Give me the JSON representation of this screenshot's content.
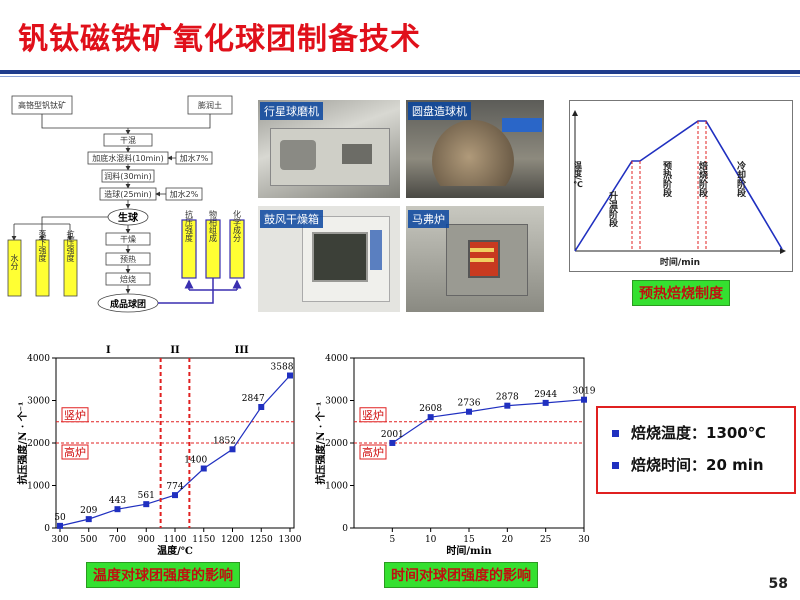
{
  "slide": {
    "title": "钒钛磁铁矿氧化球团制备技术",
    "page_number": "58",
    "colors": {
      "title": "#e0101a",
      "accent_bar": "#1f3c8c",
      "caption_bg": "#35e030",
      "series": "#2030c0",
      "reference_line": "#e02020"
    }
  },
  "flowchart": {
    "nodes": {
      "ore": "高铬型钒钛矿",
      "bentonite": "膨润土",
      "dry1": "干混",
      "mix_water": "加底水混料(10min)",
      "add_water1": "加水7%",
      "moisten": "润料(30min)",
      "pelletize": "造球(25min)",
      "add_water2": "加水2%",
      "green_ball": "生球",
      "dry2": "干燥",
      "preheat": "预热",
      "roast": "焙烧",
      "product": "成品球团",
      "water": "水分",
      "drop_strength": "落下强度",
      "comp_strength1": "抗压强度",
      "comp_strength2": "抗压强度",
      "phase_comp": "物相组成",
      "chem_comp": "化学成分"
    }
  },
  "photos": [
    {
      "label": "行星球磨机",
      "icon": "ball-mill-photo"
    },
    {
      "label": "圆盘造球机",
      "icon": "disc-pelletizer-photo"
    },
    {
      "label": "鼓风干燥箱",
      "icon": "drying-oven-photo"
    },
    {
      "label": "马弗炉",
      "icon": "muffle-furnace-photo"
    }
  ],
  "schedule": {
    "ylabel": "温度/℃",
    "xlabel": "时间/min",
    "phases": [
      "升温阶段",
      "预热阶段",
      "焙烧阶段",
      "冷却阶段"
    ],
    "caption": "预热焙烧制度"
  },
  "chart_temp_caption": "温度对球团强度的影响",
  "chart_time_caption": "时间对球团强度的影响",
  "conditions": {
    "temperature": "焙烧温度：1300℃",
    "time": "焙烧时间：20 min"
  },
  "chart_data": [
    {
      "type": "line",
      "x": [
        300,
        500,
        700,
        900,
        1100,
        1150,
        1200,
        1250,
        1300
      ],
      "x_ticks": [
        "300",
        "500",
        "700",
        "900",
        "1100",
        "1150",
        "1200",
        "1250",
        "1300"
      ],
      "values": [
        50,
        209,
        443,
        561,
        774,
        1400,
        1852,
        2847,
        3588
      ],
      "data_labels": [
        "50",
        "209",
        "443",
        "561",
        "774",
        "1400",
        "1852",
        "2847",
        "3588"
      ],
      "xlabel": "温度/℃",
      "ylabel": "抗压强度/N · 个⁻¹",
      "ylim": [
        0,
        4000
      ],
      "y_ticks": [
        "0",
        "1000",
        "2000",
        "3000",
        "4000"
      ],
      "reference_lines": [
        {
          "label": "竖炉",
          "value": 2500
        },
        {
          "label": "高炉",
          "value": 2000
        }
      ],
      "regions": [
        "I",
        "II",
        "III"
      ],
      "region_boundaries_index": [
        3.5,
        4.5
      ]
    },
    {
      "type": "line",
      "x": [
        5,
        10,
        15,
        20,
        25,
        30
      ],
      "x_ticks": [
        "5",
        "10",
        "15",
        "20",
        "25",
        "30"
      ],
      "values": [
        2001,
        2608,
        2736,
        2878,
        2944,
        3019
      ],
      "data_labels": [
        "2001",
        "2608",
        "2736",
        "2878",
        "2944",
        "3019"
      ],
      "xlabel": "时间/min",
      "ylabel": "抗压强度/N · 个⁻¹",
      "xlim": [
        0,
        30
      ],
      "ylim": [
        0,
        4000
      ],
      "y_ticks": [
        "0",
        "1000",
        "2000",
        "3000",
        "4000"
      ],
      "reference_lines": [
        {
          "label": "竖炉",
          "value": 2500
        },
        {
          "label": "高炉",
          "value": 2000
        }
      ]
    }
  ]
}
